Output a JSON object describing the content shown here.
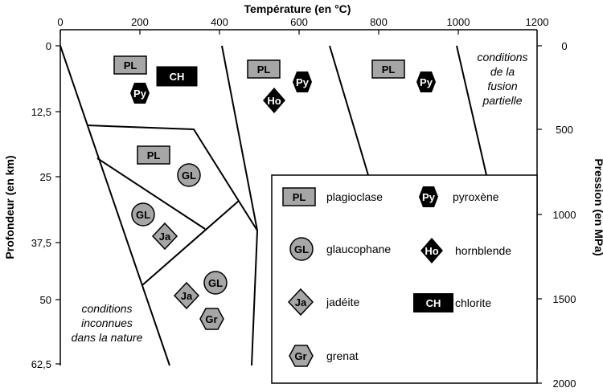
{
  "title": "Température (en °C)",
  "left_axis": {
    "label": "Profondeur (en km)",
    "ticks": [
      "0",
      "12,5",
      "25",
      "37,5",
      "50",
      "62,5"
    ]
  },
  "right_axis": {
    "label": "Pression (en MPa)",
    "ticks": [
      "0",
      "500",
      "1000",
      "1500",
      "2000"
    ]
  },
  "top_axis": {
    "ticks": [
      "0",
      "200",
      "400",
      "600",
      "800",
      "1000",
      "1200"
    ]
  },
  "notes": {
    "unknown": [
      "conditions",
      "inconnues",
      "dans la nature"
    ],
    "melting": [
      "conditions",
      "de la",
      "fusion",
      "partielle"
    ]
  },
  "symbols": {
    "PL": "PL",
    "GL": "GL",
    "Ja": "Ja",
    "Gr": "Gr",
    "Py": "Py",
    "Ho": "Ho",
    "CH": "CH"
  },
  "legend": {
    "plagioclase": "plagioclase",
    "glaucophane": "glaucophane",
    "jadeite": "jadéite",
    "grenat": "grenat",
    "pyroxene": "pyroxène",
    "hornblende": "hornblende",
    "chlorite": "chlorite"
  },
  "colors": {
    "mineral_fill": "#a6a6a6",
    "dark_fill": "#000000",
    "line": "#000000"
  }
}
